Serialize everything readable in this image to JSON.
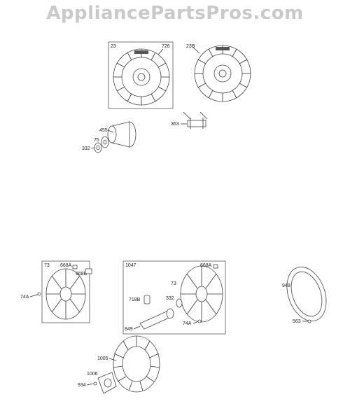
{
  "watermark": "AppliancePartsPros.com",
  "labels": {
    "p23": "23",
    "p726": "726",
    "p23B": "23B",
    "p363": "363",
    "p455": "455",
    "p75": "75",
    "p332": "332",
    "p73": "73",
    "p668A": "668A",
    "p668B": "668B",
    "p74A": "74A",
    "p1047": "1047",
    "p668A_2": "668A",
    "p73_2": "73",
    "p718B": "718B",
    "p332_2": "332",
    "p849": "849",
    "p74A_2": "74A",
    "p949": "949",
    "p563": "563",
    "p1005": "1005",
    "p1006": "1006",
    "p934": "934"
  },
  "colors": {
    "line": "#333333",
    "watermark": "#c9c9c9"
  }
}
